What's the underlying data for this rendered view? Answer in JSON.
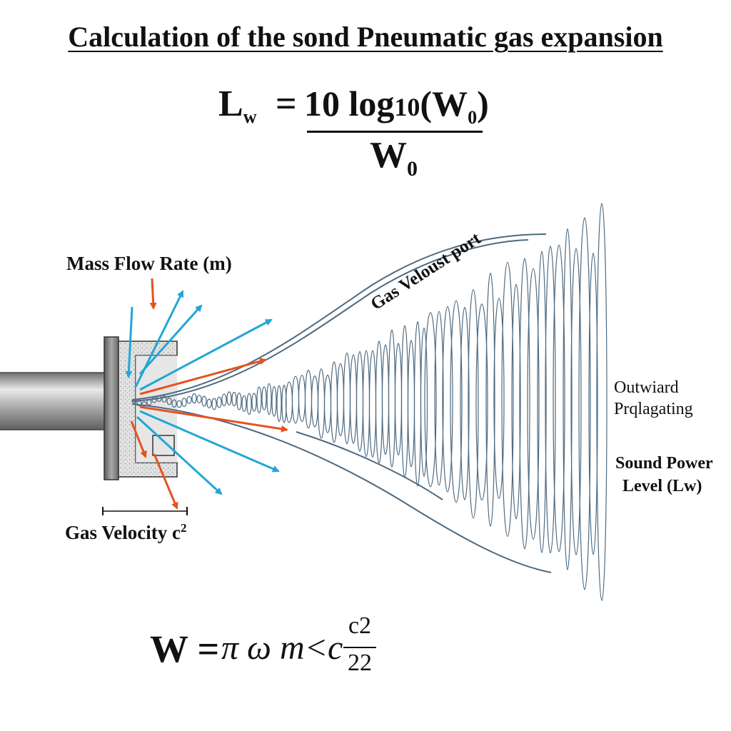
{
  "title": "Calculation of the sond Pneumatic gas expansion",
  "formula_top": {
    "lhs": "L",
    "lhs_sub": "w",
    "equals": "=",
    "numerator_a": "10 log",
    "numerator_b": "10",
    "numerator_c": "(W",
    "numerator_sub": "0",
    "numerator_d": ")",
    "denominator": "W",
    "denominator_sub": "0"
  },
  "labels": {
    "mass_flow": "Mass Flow Rate (m)",
    "gas_velocity": "Gas Velocity c",
    "gas_velocity_sup": "2",
    "gas_velocity_port": "Gas Veloust port",
    "outward_1": "Outwiard",
    "outward_2": "Prqlagating",
    "sound_1": "Sound Power",
    "sound_2": "Level (Lw)"
  },
  "formula_bottom": {
    "lhs": "W =",
    "middle": "π ω m<c",
    "frac_num": "c2",
    "frac_den": "22"
  },
  "colors": {
    "pipe": "#9a9a9a",
    "wave": "#4e6a80",
    "arrow_blue": "#22a6d6",
    "arrow_orange": "#e5531f"
  },
  "icons": {
    "pipe": "pipe-icon",
    "nozzle": "nozzle-icon"
  }
}
